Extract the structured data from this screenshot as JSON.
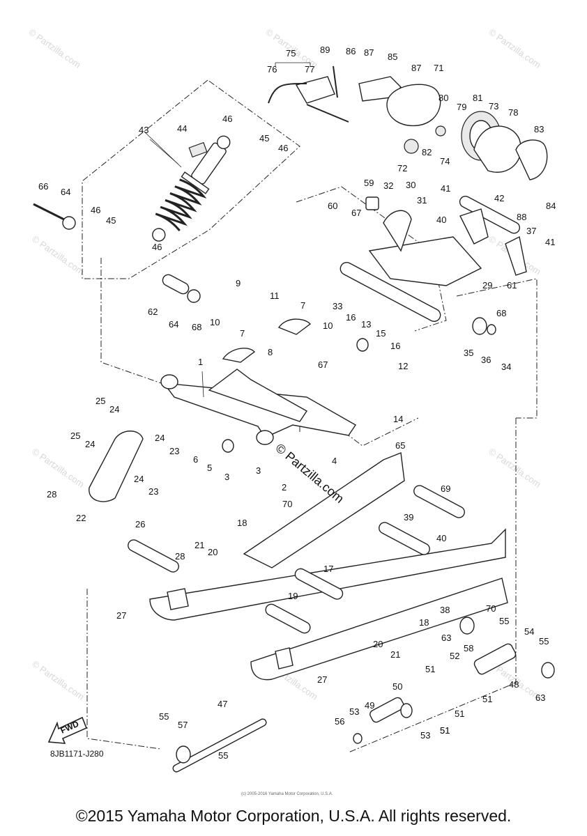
{
  "watermark": "© Partzilla.com",
  "center_watermark": "© Partzilla.com",
  "diagram_code": "8JB1171-J280",
  "fwd_label": "FWD",
  "small_copyright": "(c) 2005-2016 Yamaha Motor Corporation, U.S.A.",
  "footer_copyright": "©2015 Yamaha Motor Corporation, U.S.A. All rights reserved.",
  "callouts": [
    "75",
    "89",
    "86",
    "87",
    "85",
    "87",
    "71",
    "76",
    "77",
    "80",
    "79",
    "81",
    "73",
    "78",
    "83",
    "43",
    "44",
    "46",
    "45",
    "46",
    "82",
    "74",
    "72",
    "88",
    "84",
    "66",
    "64",
    "46",
    "45",
    "46",
    "59",
    "32",
    "30",
    "41",
    "42",
    "60",
    "67",
    "31",
    "40",
    "37",
    "41",
    "29",
    "61",
    "68",
    "62",
    "64",
    "68",
    "33",
    "9",
    "11",
    "7",
    "10",
    "16",
    "13",
    "15",
    "16",
    "10",
    "7",
    "8",
    "35",
    "36",
    "34",
    "1",
    "67",
    "12",
    "25",
    "24",
    "25",
    "24",
    "24",
    "23",
    "6",
    "5",
    "3",
    "3",
    "14",
    "65",
    "2",
    "4",
    "28",
    "24",
    "23",
    "22",
    "70",
    "69",
    "39",
    "40",
    "26",
    "18",
    "21",
    "20",
    "28",
    "17",
    "70",
    "19",
    "38",
    "27",
    "63",
    "55",
    "58",
    "54",
    "55",
    "18",
    "20",
    "21",
    "52",
    "51",
    "48",
    "27",
    "51",
    "51",
    "63",
    "50",
    "51",
    "55",
    "47",
    "53",
    "49",
    "56",
    "53",
    "51",
    "57",
    "55"
  ]
}
